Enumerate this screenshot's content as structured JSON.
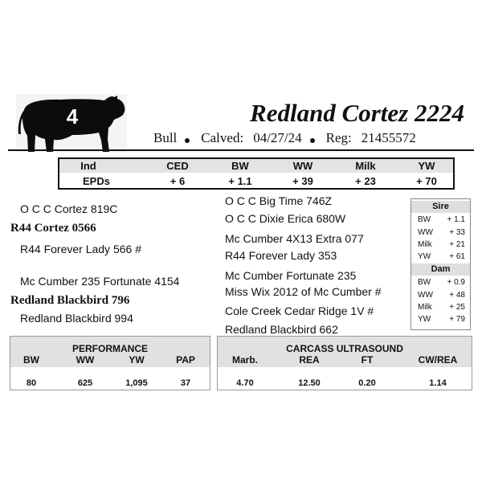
{
  "header": {
    "lot_number": "4",
    "name": "Redland Cortez 2224",
    "sex": "Bull",
    "calved_label": "Calved:",
    "calved_date": "04/27/24",
    "reg_label": "Reg:",
    "reg_number": "21455572"
  },
  "epd": {
    "row_labels": [
      "Ind",
      "EPDs"
    ],
    "columns": [
      "CED",
      "BW",
      "WW",
      "Milk",
      "YW"
    ],
    "values": [
      "+ 6",
      "+ 1.1",
      "+ 39",
      "+ 23",
      "+ 70"
    ]
  },
  "pedigree": {
    "sire": "R44 Cortez 0566",
    "sire_sire": "O C C Cortez 819C",
    "sire_dam": "R44 Forever Lady 566 #",
    "dam": "Redland Blackbird 796",
    "dam_sire": "Mc Cumber 235 Fortunate 4154",
    "dam_dam": "Redland Blackbird 994",
    "ggp": [
      "O C C Big Time 746Z",
      "O C C Dixie Erica 680W",
      "Mc Cumber 4X13 Extra 077",
      "R44 Forever Lady 353",
      "Mc Cumber Fortunate 235",
      "Miss Wix 2012 of Mc Cumber #",
      "Cole Creek Cedar Ridge 1V #",
      "Redland Blackbird 662"
    ]
  },
  "parent_epds": {
    "sire_title": "Sire",
    "sire": [
      {
        "label": "BW",
        "value": "+ 1.1"
      },
      {
        "label": "WW",
        "value": "+ 33"
      },
      {
        "label": "Milk",
        "value": "+ 21"
      },
      {
        "label": "YW",
        "value": "+ 61"
      }
    ],
    "dam_title": "Dam",
    "dam": [
      {
        "label": "BW",
        "value": "+ 0.9"
      },
      {
        "label": "WW",
        "value": "+ 48"
      },
      {
        "label": "Milk",
        "value": "+ 25"
      },
      {
        "label": "YW",
        "value": "+ 79"
      }
    ]
  },
  "performance": {
    "title": "PERFORMANCE",
    "columns": [
      "BW",
      "WW",
      "YW",
      "PAP"
    ],
    "values": [
      "80",
      "625",
      "1,095",
      "37"
    ]
  },
  "carcass": {
    "title": "CARCASS ULTRASOUND",
    "columns": [
      "Marb.",
      "REA",
      "FT",
      "CW/REA"
    ],
    "values": [
      "4.70",
      "12.50",
      "0.20",
      "1.14"
    ]
  },
  "colors": {
    "header_fill": "#e3e3e3",
    "ink": "#111111"
  }
}
